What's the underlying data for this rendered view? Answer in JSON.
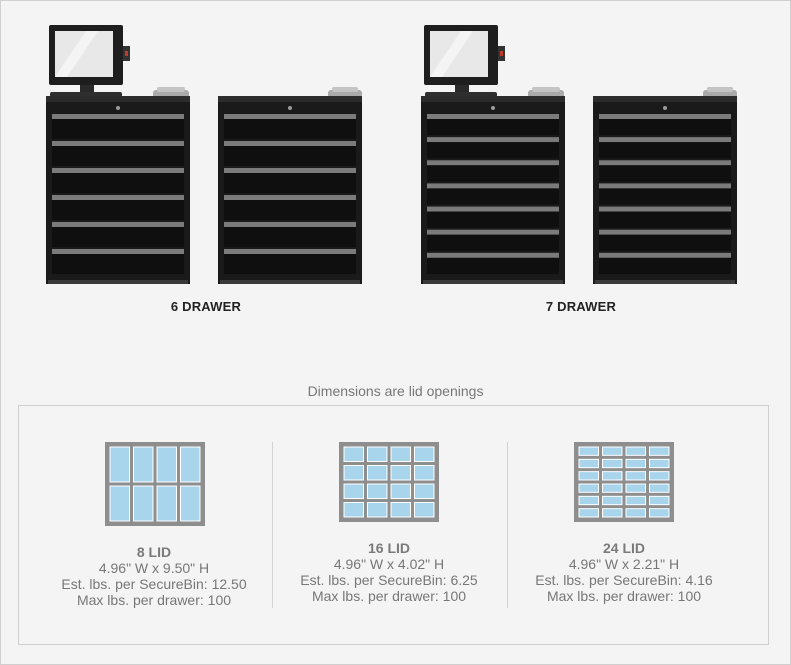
{
  "cabinets": [
    {
      "label": "6 DRAWER",
      "drawers": 6
    },
    {
      "label": "7 DRAWER",
      "drawers": 7
    }
  ],
  "dims_caption": "Dimensions are lid openings",
  "lids": [
    {
      "title": "8 LID",
      "dims": "4.96\" W x 9.50\" H",
      "est": "Est. lbs. per SecureBin: 12.50",
      "max": "Max lbs. per drawer: 100",
      "rows": 2,
      "cols": 4
    },
    {
      "title": "16 LID",
      "dims": "4.96\" W x 4.02\" H",
      "est": "Est. lbs. per SecureBin: 6.25",
      "max": "Max lbs. per drawer: 100",
      "rows": 4,
      "cols": 4
    },
    {
      "title": "24 LID",
      "dims": "4.96\" W x 2.21\" H",
      "est": "Est. lbs. per SecureBin: 4.16",
      "max": "Max lbs. per drawer: 100",
      "rows": 6,
      "cols": 4
    }
  ],
  "colors": {
    "cabinet_body": "#1a1a1a",
    "drawer_rail": "#7b7b7b",
    "lid_frame": "#8e8e8e",
    "lid_cell": "#a8d4ec"
  }
}
